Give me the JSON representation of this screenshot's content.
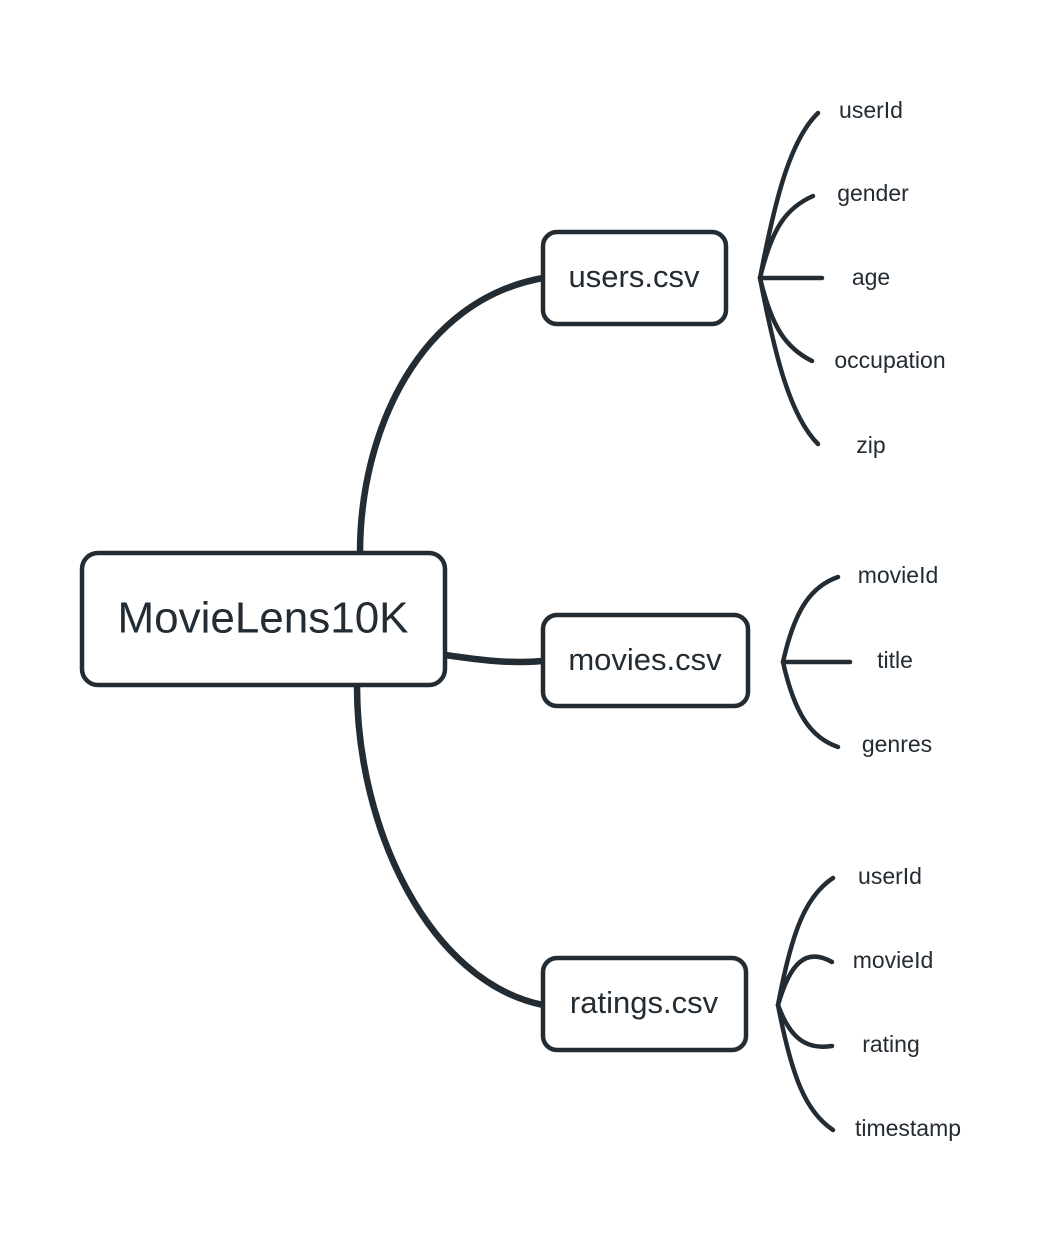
{
  "diagram": {
    "type": "mindmap",
    "title": "MovieLens10K dataset file schema mindmap",
    "background_color": "#ffffff",
    "stroke_color": "#232b33",
    "text_color": "#232b33",
    "node_fill": "#ffffff"
  },
  "root": {
    "label": "MovieLens10K"
  },
  "branches": [
    {
      "label": "users.csv",
      "leaves": [
        {
          "label": "userId"
        },
        {
          "label": "gender"
        },
        {
          "label": "age"
        },
        {
          "label": "occupation"
        },
        {
          "label": "zip"
        }
      ]
    },
    {
      "label": "movies.csv",
      "leaves": [
        {
          "label": "movieId"
        },
        {
          "label": "title"
        },
        {
          "label": "genres"
        }
      ]
    },
    {
      "label": "ratings.csv",
      "leaves": [
        {
          "label": "userId"
        },
        {
          "label": "movieId"
        },
        {
          "label": "rating"
        },
        {
          "label": "timestamp"
        }
      ]
    }
  ]
}
